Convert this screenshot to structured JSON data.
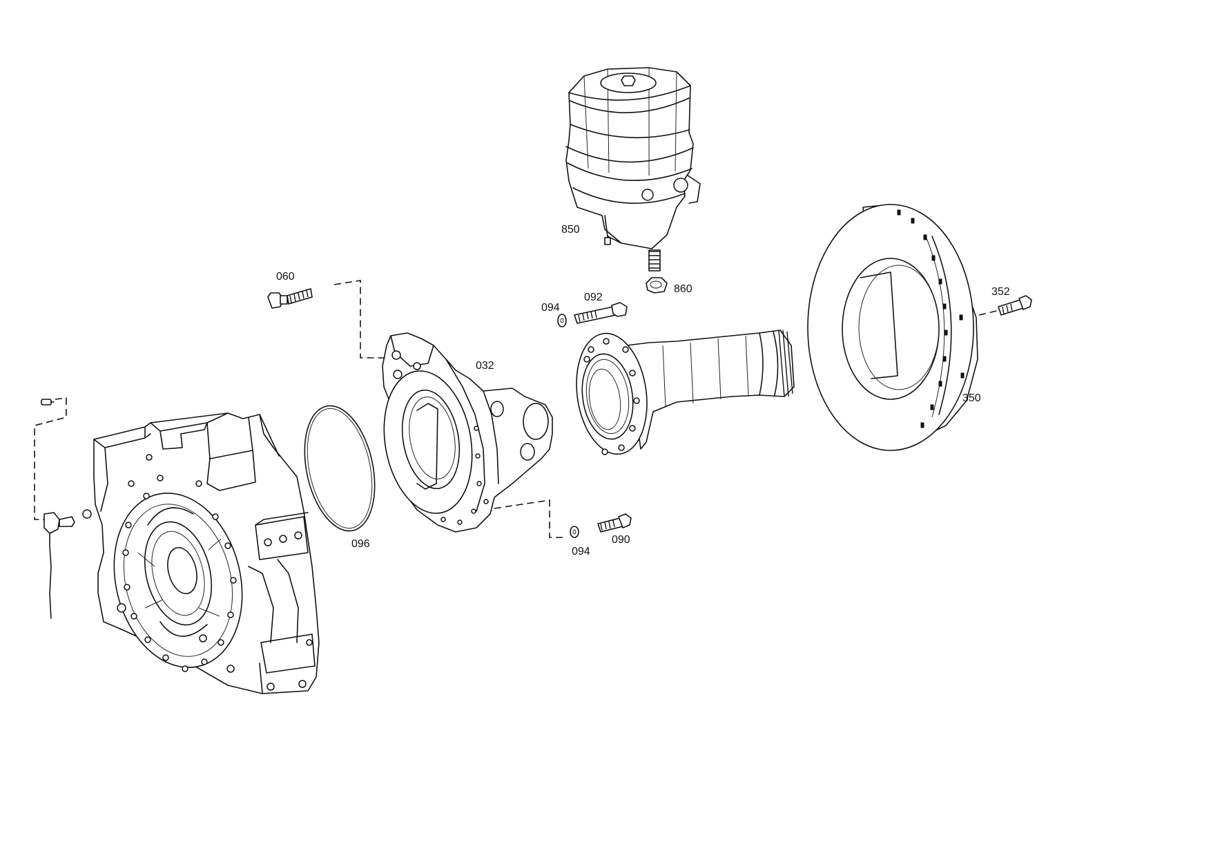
{
  "diagram": {
    "callouts": {
      "p032": "032",
      "p060": "060",
      "p090": "090",
      "p092": "092",
      "p094a": "094",
      "p094b": "094",
      "p096": "096",
      "p350": "350",
      "p352": "352",
      "p850": "850",
      "p860": "860"
    }
  }
}
